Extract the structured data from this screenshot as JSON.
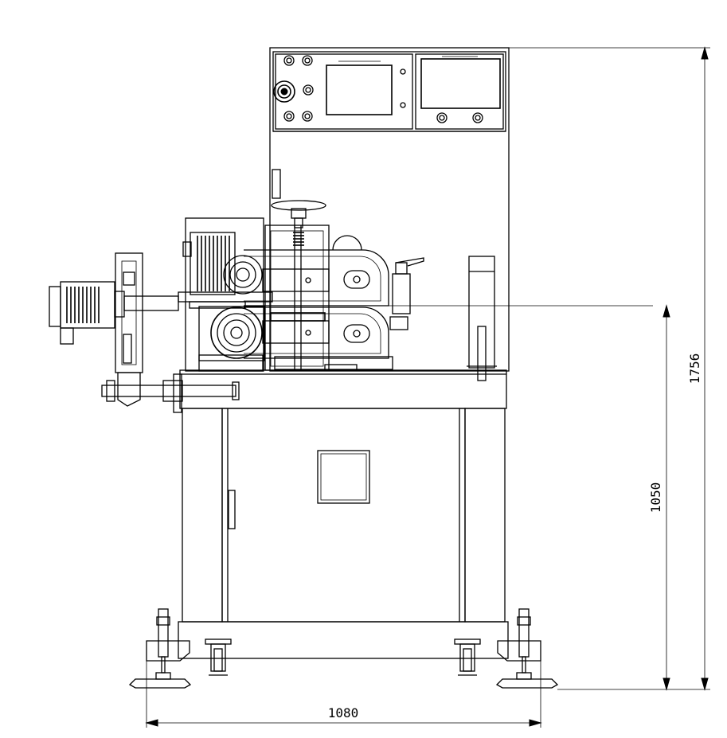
{
  "dimensions": {
    "overall_width": "1080",
    "table_height": "1050",
    "overall_height": "1756"
  }
}
